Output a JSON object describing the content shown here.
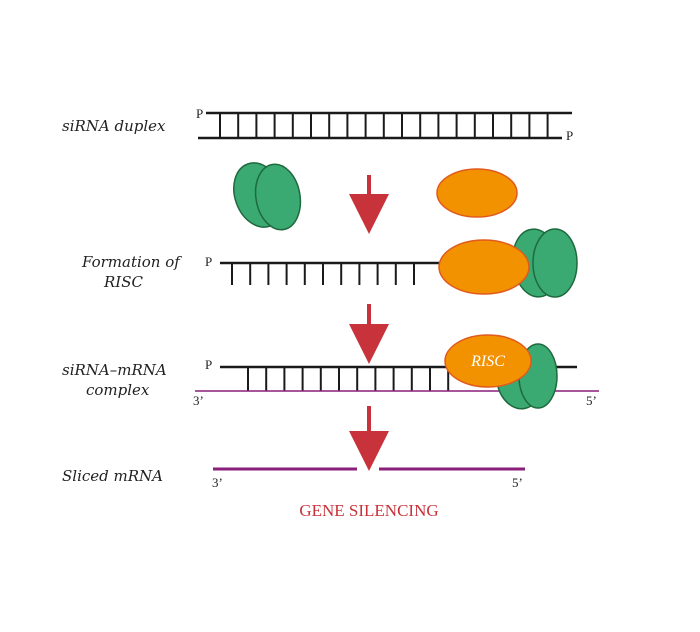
{
  "labels": {
    "duplex": "siRNA duplex",
    "formation_line1": "Formation of",
    "formation_line2": "RISC",
    "complex_line1": "siRNA–mRNA",
    "complex_line2": "complex",
    "sliced": "Sliced mRNA"
  },
  "ends": {
    "p": "P",
    "three_prime": "3’",
    "five_prime": "5’"
  },
  "risc_label": "RISC",
  "result": "GENE SILENCING",
  "colors": {
    "strand": "#1a1a1a",
    "arrow": "#c8323a",
    "risc_orange": "#f39200",
    "risc_outline": "#e05a1e",
    "argonaute_green": "#3aaa72",
    "argonaute_outline": "#1e6a3e",
    "mrna": "#8a1f7a",
    "result_text": "#c8323a"
  }
}
